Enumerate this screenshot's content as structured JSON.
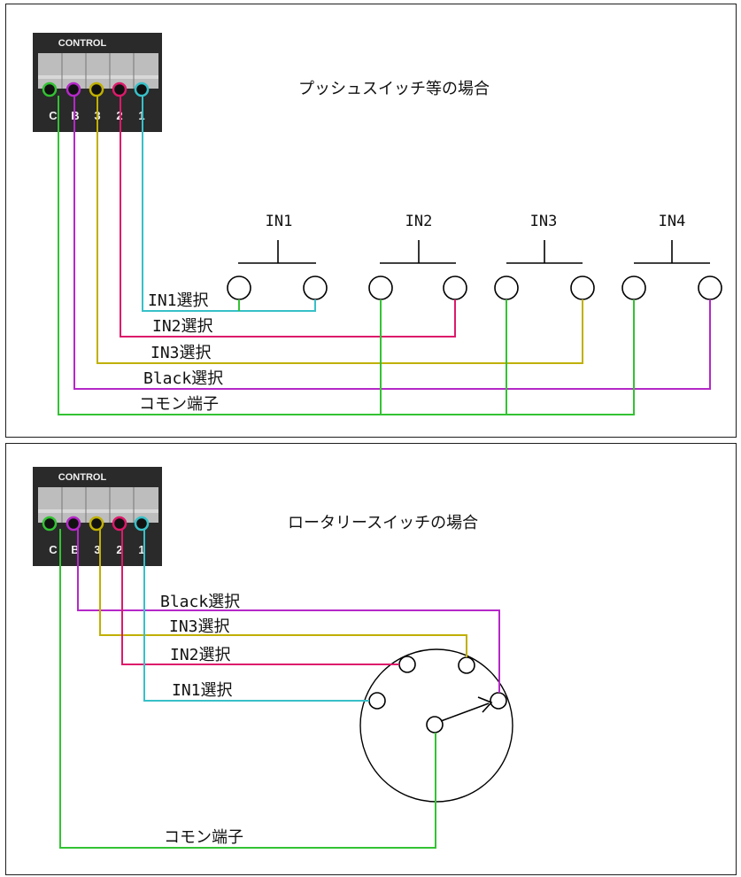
{
  "block_caption": "CONTROL",
  "terminals": [
    "C",
    "B",
    "3",
    "2",
    "1"
  ],
  "colors": {
    "common": "#33c233",
    "black": "#b528c8",
    "in3": "#c0b000",
    "in2": "#dc1a6a",
    "in1": "#38c0c8"
  },
  "diagram1": {
    "title": "プッシュスイッチ等の場合",
    "switches": [
      "IN1",
      "IN2",
      "IN3",
      "IN4"
    ],
    "labels": {
      "in1": "IN1選択",
      "in2": "IN2選択",
      "in3": "IN3選択",
      "black": "Black選択",
      "common": "コモン端子"
    }
  },
  "diagram2": {
    "title": "ロータリースイッチの場合",
    "labels": {
      "black": "Black選択",
      "in3": "IN3選択",
      "in2": "IN2選択",
      "in1": "IN1選択",
      "common": "コモン端子"
    }
  }
}
